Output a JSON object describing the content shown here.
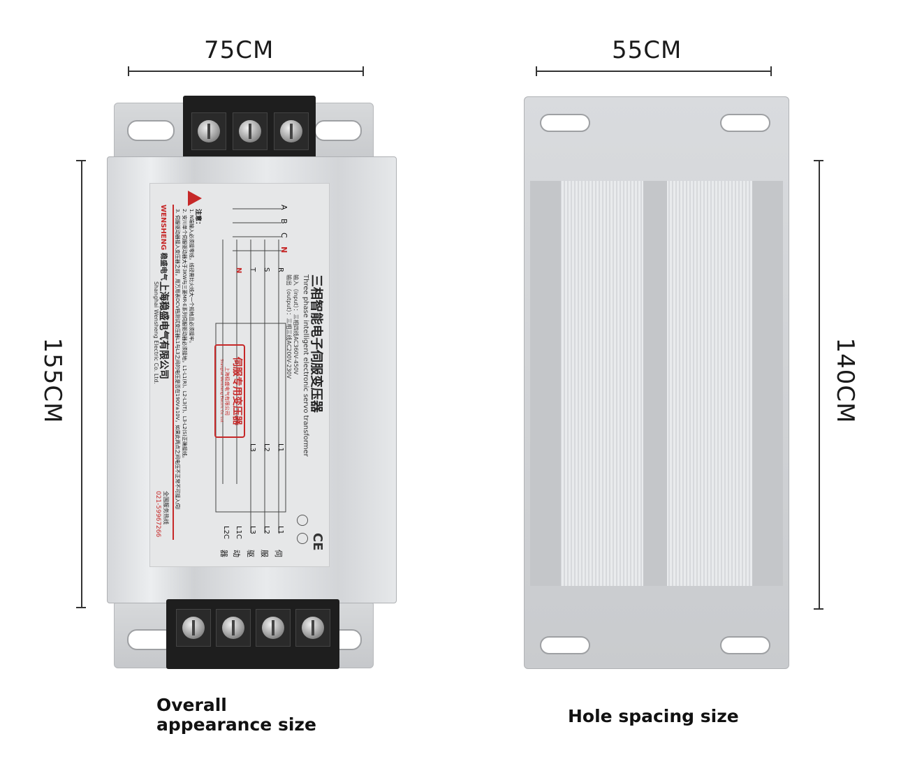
{
  "dimensions": {
    "left_width": "75CM",
    "left_height": "155CM",
    "right_width": "55CM",
    "right_height": "140CM"
  },
  "captions": {
    "left": "Overall appearance size",
    "right": "Hole spacing size"
  },
  "label": {
    "title_cn": "三相智能电子伺服变压器",
    "title_en": "Three phase intelligent electronic servo transformer",
    "input": "输入（input）：三相四线AC360V-450V",
    "output": "输出（output）：三相三线AC200V-230V",
    "stamp": "伺服专用变压器",
    "stamp_sub": "上海稳盛电气有限公司",
    "stamp_sub_en": "Shanghai Wensheng Electric Co. Ltd.",
    "company_cn": "上海稳盛电气有限公司",
    "company_en": "Shanghai Wensheng Electric Co. Ltd.",
    "brand": "WENSHENG",
    "brand_cn": "稳盛电气",
    "hotline_cn": "全国服务热线",
    "hotline": "021-59967266",
    "notes_title": "注意：",
    "notes": [
      "1. N端输入必须接零线，线径需比火线大一个规格且必须接牢。",
      "2. 安川单个伺服驱动器大于3KW与三菱MR-E系列伺服驱动器必须接地，L1-L1(R)、L2-L3(T)、L3-L2(S)正确接线。",
      "3. 伺服驱动器接入变压器之前，用万用表DCV档测试变压器L1与L3之间的电压是否在190V±10V，如果此两点之间电压不正常不可接入伺服驱动器。"
    ],
    "left_terminals": [
      "A",
      "B",
      "C",
      "N"
    ],
    "mid_terminals": [
      "R",
      "S",
      "T",
      "N"
    ],
    "out_terminals": [
      "L1",
      "L2",
      "L3"
    ],
    "right_terminals": [
      "L1",
      "L2",
      "L3",
      "L1C",
      "L2C"
    ],
    "servo_cn": [
      "伺",
      "服",
      "驱",
      "动",
      "器"
    ]
  }
}
